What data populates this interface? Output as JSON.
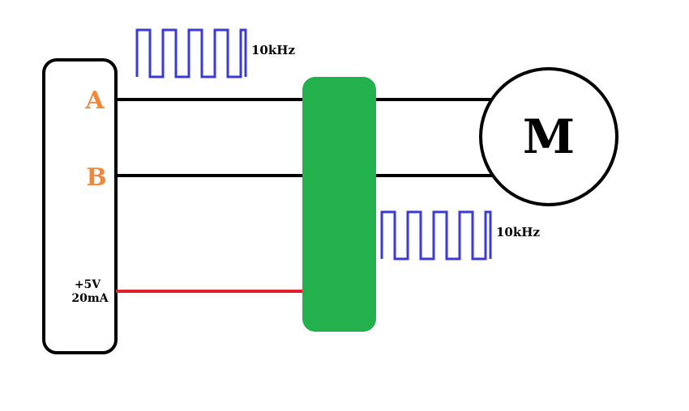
{
  "controller": {
    "pin_a": "A",
    "pin_b": "B",
    "power_voltage": "+5V",
    "power_current": "20mA"
  },
  "signals": {
    "input_frequency": "10kHz",
    "output_frequency": "10kHz"
  },
  "motor": {
    "label": "M"
  },
  "colors": {
    "pin_label": "#f0883a",
    "square_wave": "#3a3ad8",
    "driver_block": "#22b14c",
    "power_line": "#e0202a",
    "signal_line": "#000000"
  }
}
